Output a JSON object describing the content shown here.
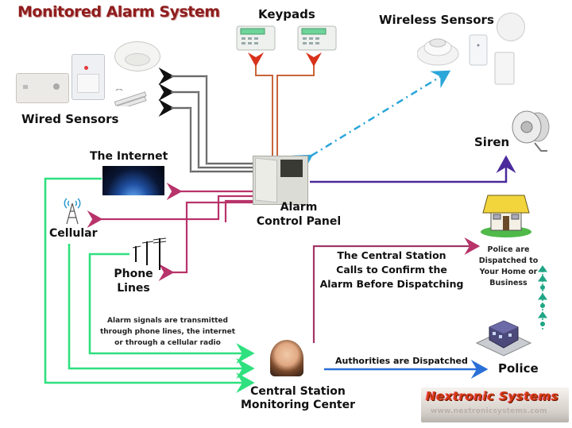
{
  "title": "Monitored Alarm System",
  "nodes": {
    "keypads": "Keypads",
    "wireless_sensors": "Wireless Sensors",
    "wired_sensors": "Wired Sensors",
    "internet": "The Internet",
    "cellular": "Cellular",
    "phone_lines_1": "Phone",
    "phone_lines_2": "Lines",
    "alarm_panel_1": "Alarm",
    "alarm_panel_2": "Control Panel",
    "siren": "Siren",
    "central_station_1": "Central Station",
    "central_station_2": "Monitoring Center",
    "police": "Police"
  },
  "annotations": {
    "transmission_note": "Alarm signals are transmitted through phone lines, the internet or through a cellular radio",
    "confirm_note_1": "The Central Station",
    "confirm_note_2": "Calls to Confirm the",
    "confirm_note_3": "Alarm Before Dispatching",
    "dispatch_note": "Authorities are Dispatched",
    "home_note": "Police are Dispatched to Your Home or Business"
  },
  "branding": {
    "name": "Nextronic Systems",
    "url": "www.nextronicsystems.com"
  },
  "colors": {
    "title": "#8f1d1d",
    "wired": "#111111",
    "keypad_link": "#d24a2a",
    "wireless_link": "#2ba6d9",
    "siren_link": "#4b2a9c",
    "comm_link": "#b8336a",
    "monitor_link": "#2fe07e",
    "dispatch_link": "#2a6fd8",
    "home_link": "#1fa585"
  }
}
